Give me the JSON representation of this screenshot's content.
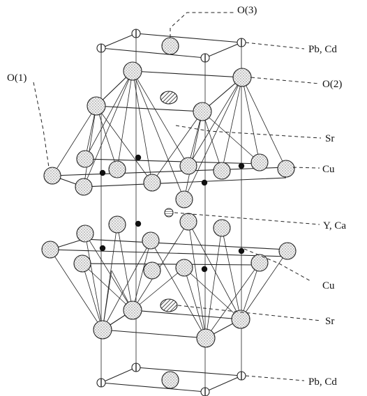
{
  "figure": {
    "labels": {
      "o3": "O(3)",
      "pbcd_top": "Pb, Cd",
      "o1": "O(1)",
      "o2": "O(2)",
      "sr_top": "Sr",
      "cu_top": "Cu",
      "yca": "Y, Ca",
      "cu_bottom": "Cu",
      "sr_bottom": "Sr",
      "pbcd_bottom": "Pb, Cd"
    },
    "atom_legend": {
      "oxygen": "large stippled circle",
      "copper": "small black dot",
      "strontium": "hatched circle",
      "yttrium_calcium": "small striped circle",
      "lead_cadmium": "small barred circle"
    },
    "colors": {
      "ink": "#222222",
      "oxygen_fill": "#efefef",
      "oxygen_dots": "#555555",
      "copper": "#111111"
    }
  }
}
